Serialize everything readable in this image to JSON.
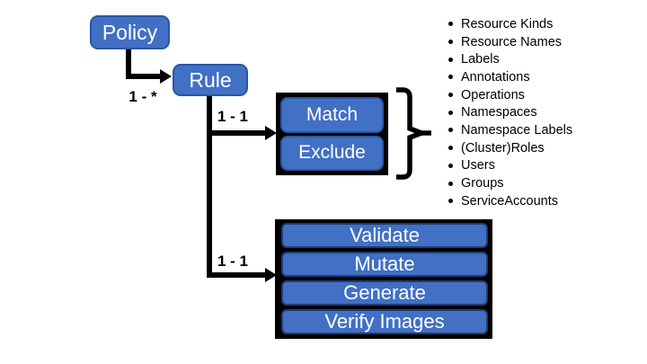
{
  "policy_label": "Policy",
  "rule_label": "Rule",
  "cardinality": {
    "policy_rule": "1 - *",
    "rule_match": "1 - 1",
    "rule_action": "1 - 1"
  },
  "match_labels": [
    "Match",
    "Exclude"
  ],
  "action_labels": [
    "Validate",
    "Mutate",
    "Generate",
    "Verify Images"
  ],
  "attributes": [
    "Resource Kinds",
    "Resource Names",
    "Labels",
    "Annotations",
    "Operations",
    "Namespaces",
    "Namespace Labels",
    "(Cluster)Roles",
    "Users",
    "Groups",
    "ServiceAccounts"
  ],
  "colors": {
    "node_fill": "#4170C4",
    "node_border": "#2B57A3",
    "bar_border": "#1F3C77",
    "container_fill": "#000000",
    "node_text": "#FFFFFF",
    "text": "#000000",
    "background": "#FFFFFF"
  }
}
